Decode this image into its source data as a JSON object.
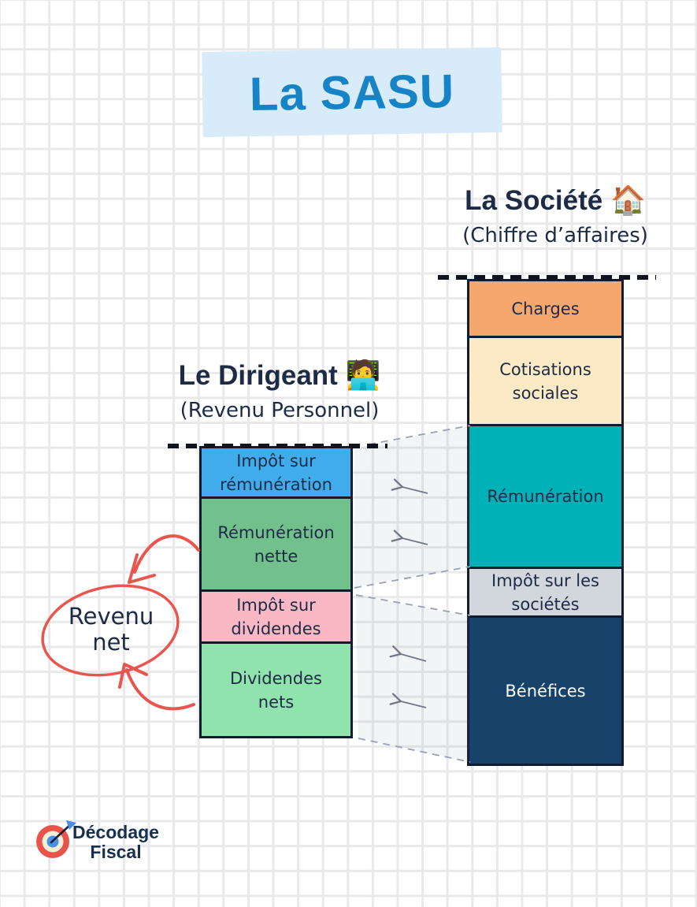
{
  "page": {
    "title": "La SASU"
  },
  "company": {
    "heading": "La Société",
    "emoji": "🏠",
    "subtitle": "(Chiffre d’affaires)",
    "segments": [
      {
        "label": "Charges",
        "color": "#f6a76e"
      },
      {
        "label": "Cotisations sociales",
        "color": "#fce9c5"
      },
      {
        "label": "Rémunération",
        "color": "#00b2b8"
      },
      {
        "label": "Impôt sur les sociétés",
        "color": "#d2d6dd"
      },
      {
        "label": "Bénéfices",
        "color": "#17436b"
      }
    ]
  },
  "director": {
    "heading": "Le Dirigeant",
    "emoji": "🧑‍💻",
    "subtitle": "(Revenu Personnel)",
    "segments": [
      {
        "label": "Impôt sur rémunération",
        "color": "#41aceb"
      },
      {
        "label": "Rémunération nette",
        "color": "#72c18c"
      },
      {
        "label": "Impôt sur dividendes",
        "color": "#f9b8c4"
      },
      {
        "label": "Dividendes nets",
        "color": "#90e3ac"
      }
    ]
  },
  "annotation": {
    "label": "Revenu net",
    "color": "#e8564f"
  },
  "logo": {
    "name_line1": "Décodage",
    "name_line2": "Fiscal"
  },
  "colors": {
    "title_text": "#1583c5",
    "title_bg": "#d8ebf9",
    "ink": "#1d2b45",
    "dashed_line": "#10141f",
    "connector_gray": "#98a0b2"
  }
}
